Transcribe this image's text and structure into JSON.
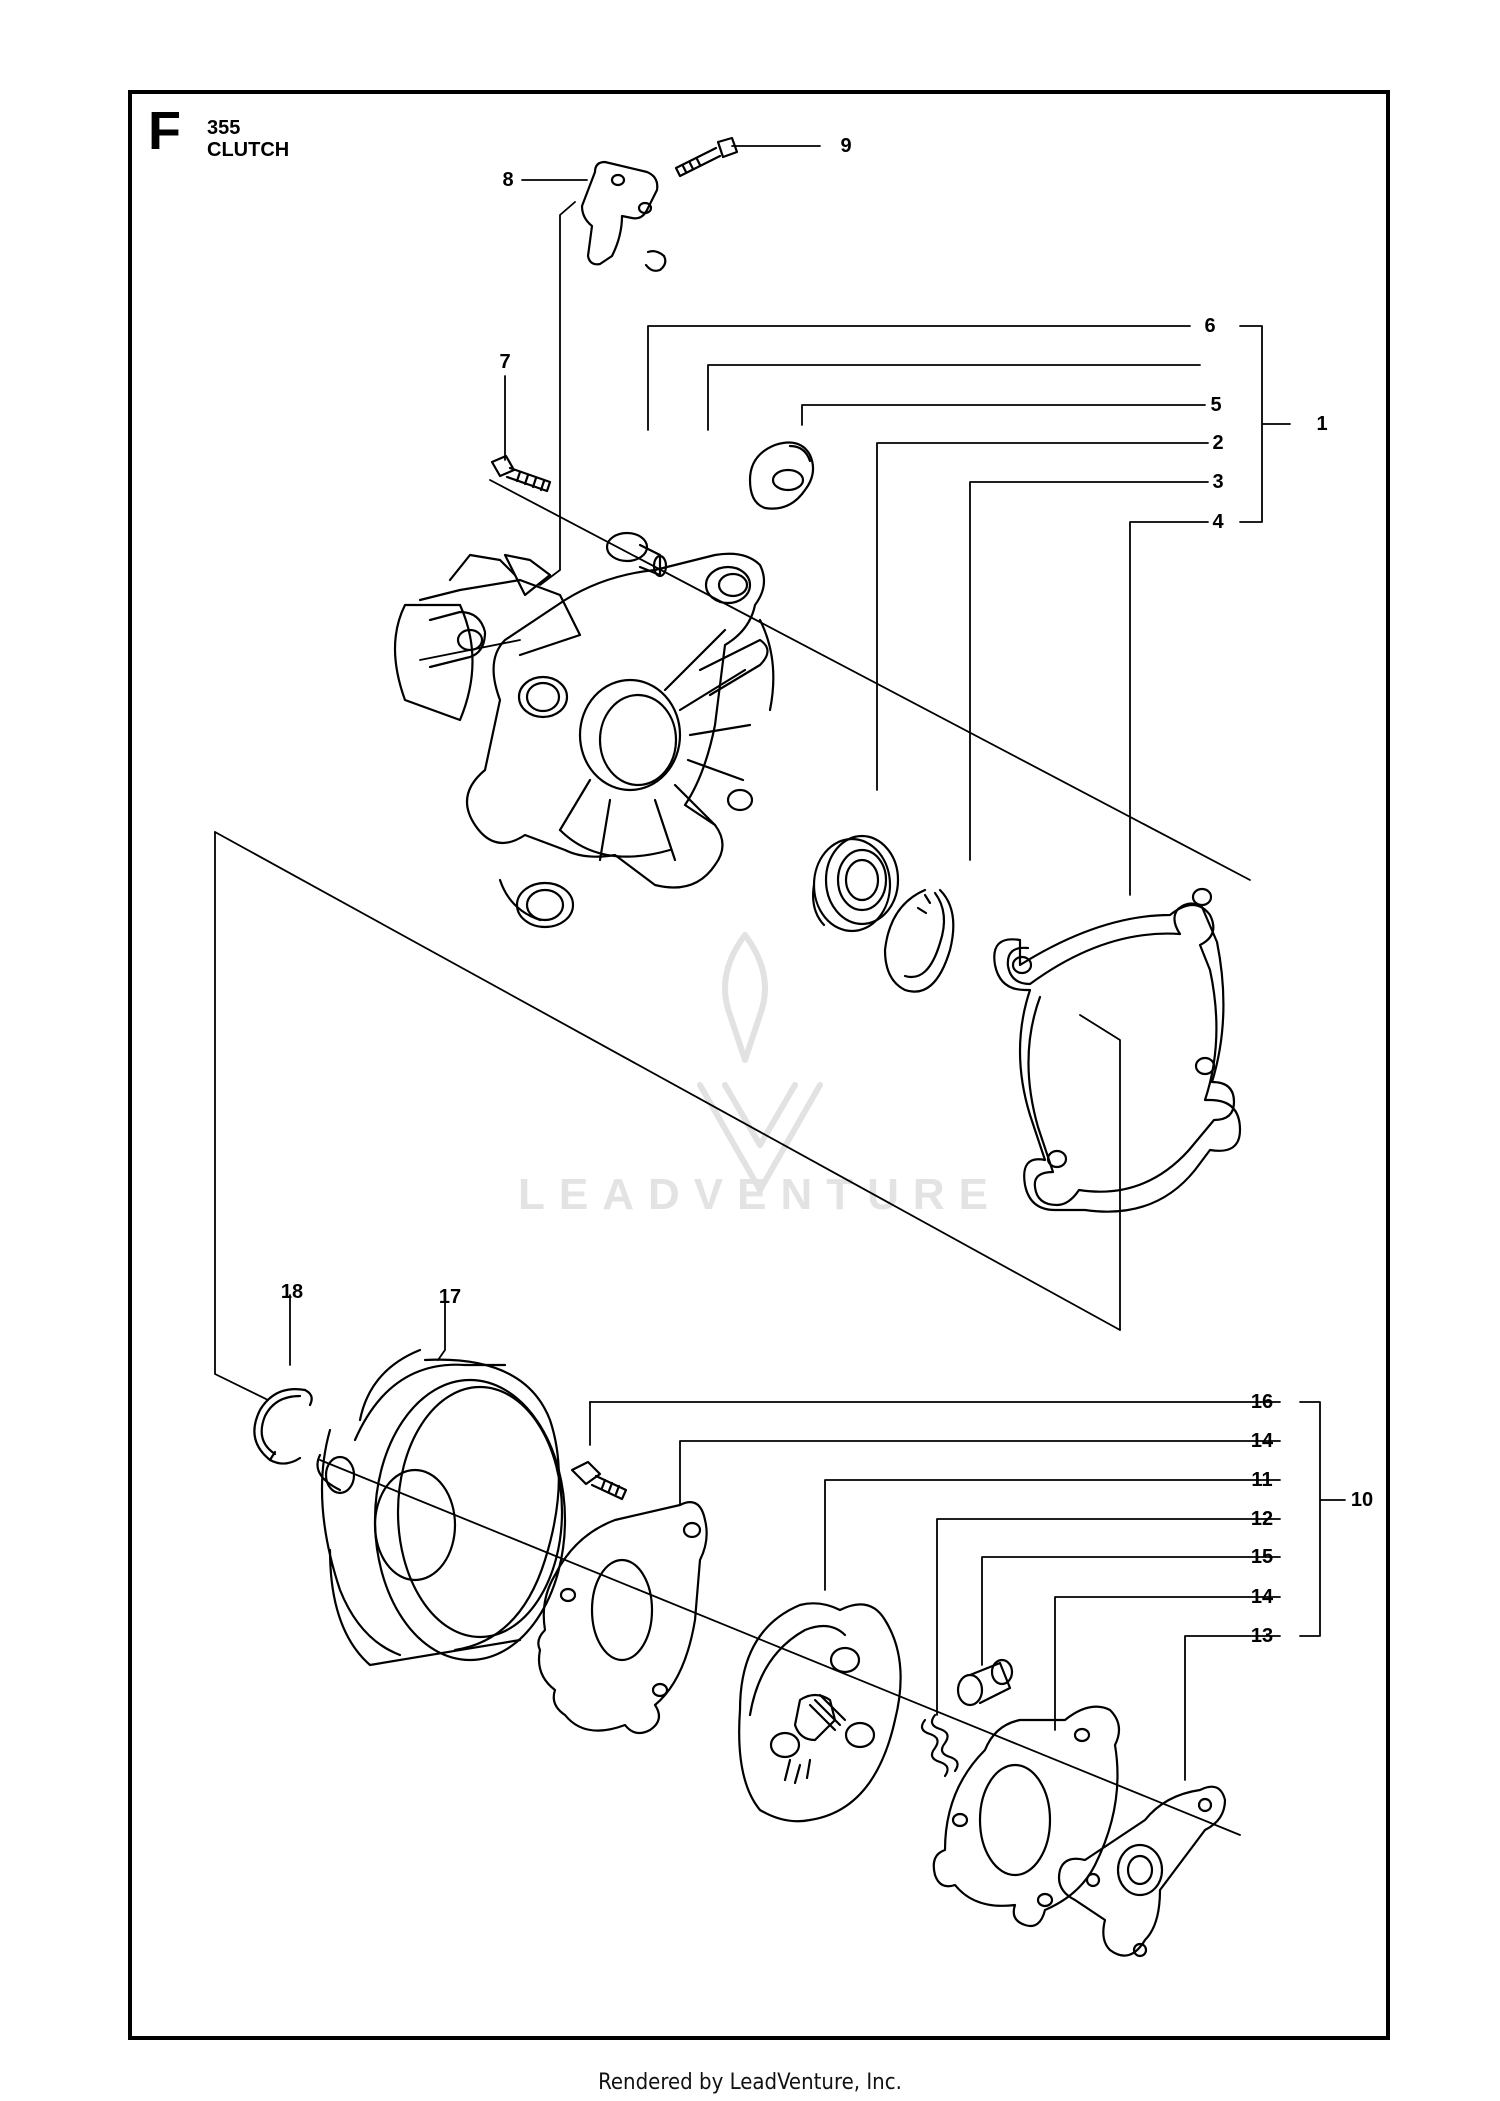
{
  "header": {
    "section_letter": "F",
    "model": "355",
    "title": "CLUTCH"
  },
  "callouts": [
    "9",
    "8",
    "6",
    "7",
    "5",
    "1",
    "2",
    "3",
    "4",
    "18",
    "17",
    "16",
    "14",
    "11",
    "10",
    "12",
    "15",
    "14",
    "13"
  ],
  "watermark": "LEADVENTURE",
  "footer": "Rendered by LeadVenture, Inc."
}
